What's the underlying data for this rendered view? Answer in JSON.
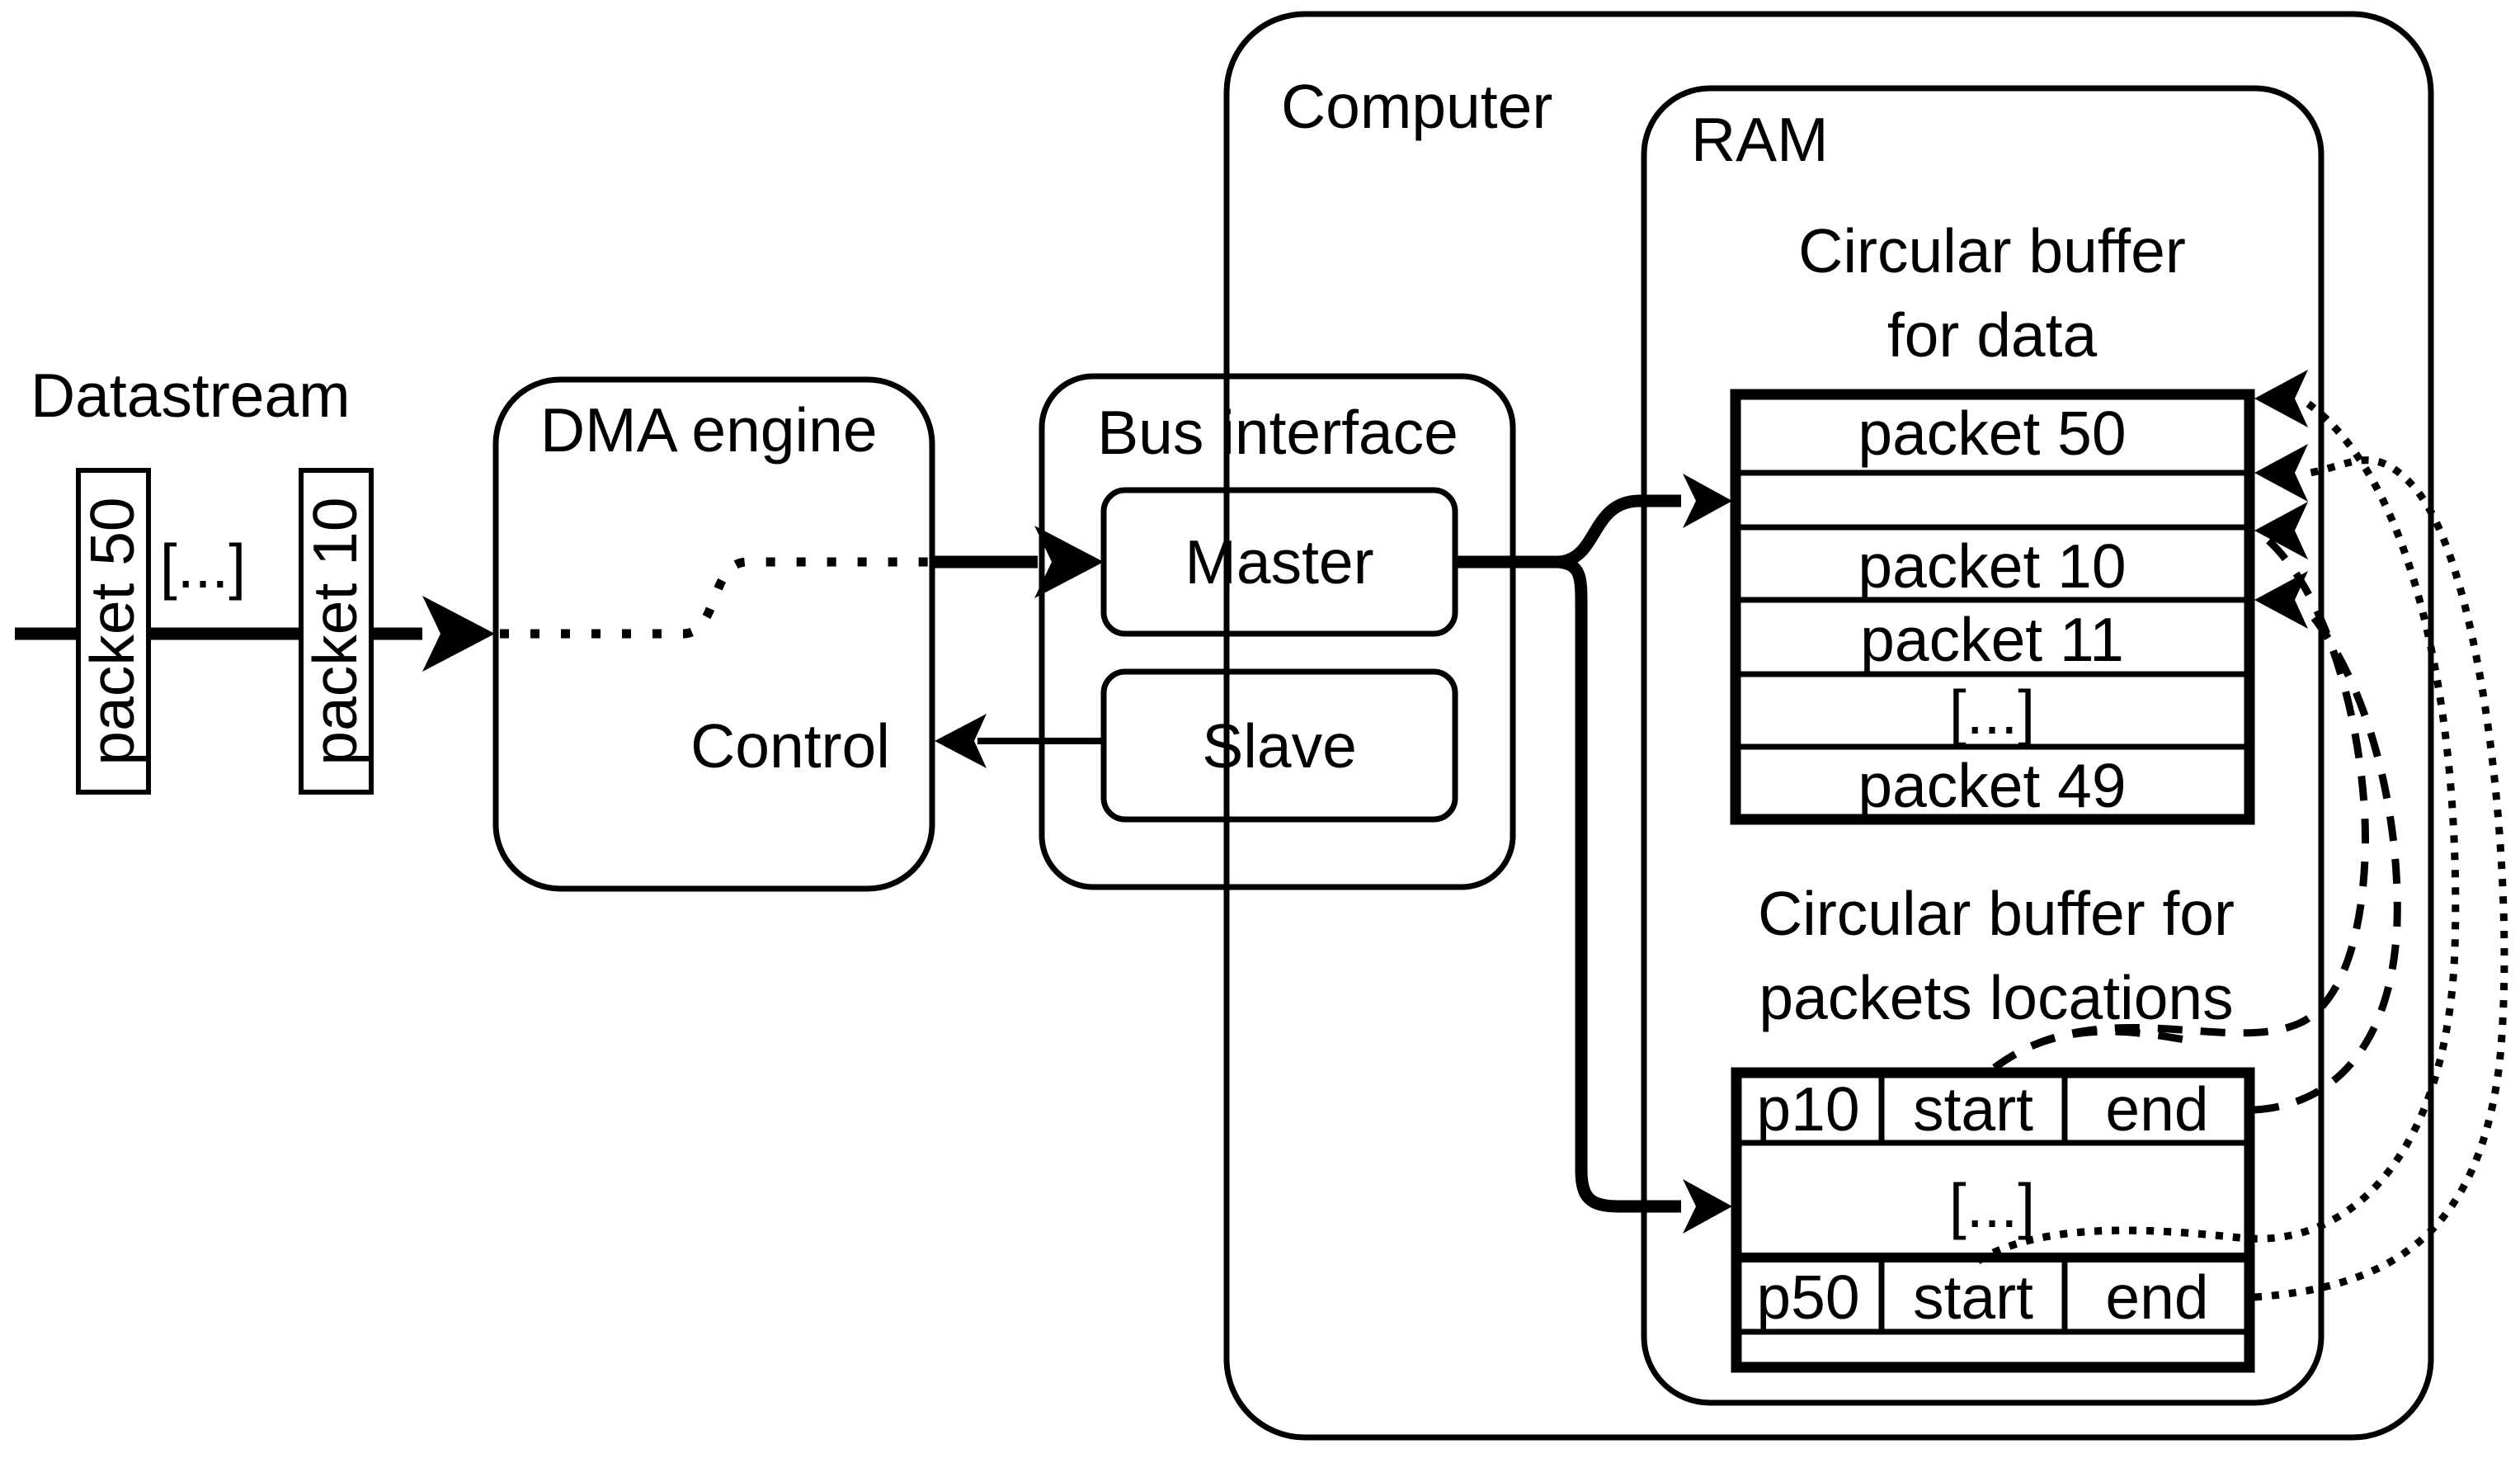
{
  "diagram_title": "DMA engine circular buffer architecture",
  "colors": {
    "ink": "#000000",
    "paper": "#ffffff"
  },
  "datastream": {
    "label": "Datastream",
    "packet_a": "packet 50",
    "packet_b": "packet 10",
    "ellipsis": "[...]"
  },
  "dma": {
    "title": "DMA engine",
    "control_label": "Control"
  },
  "bus": {
    "title": "Bus interface",
    "master_label": "Master",
    "slave_label": "Slave"
  },
  "computer": {
    "label": "Computer"
  },
  "ram": {
    "label": "RAM"
  },
  "data_buffer": {
    "title_line1": "Circular buffer",
    "title_line2": "for data",
    "rows": [
      "packet 50",
      "",
      "packet 10",
      "packet 11",
      "[...]",
      "packet 49"
    ]
  },
  "location_buffer": {
    "title_line1": "Circular buffer for",
    "title_line2": "packets locations",
    "row1": {
      "id": "p10",
      "start": "start",
      "end": "end"
    },
    "row2": "[...]",
    "row3": {
      "id": "p50",
      "start": "start",
      "end": "end"
    }
  }
}
